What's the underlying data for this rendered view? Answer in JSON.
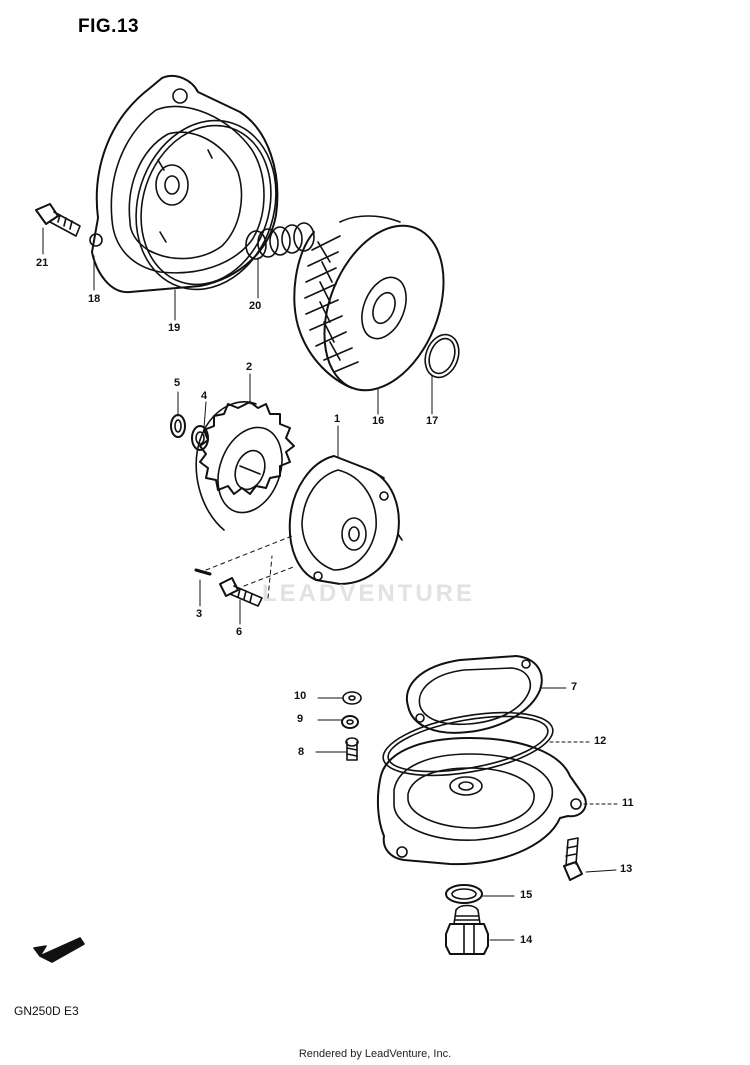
{
  "figure_title": "FIG.13",
  "model_code": "GN250D E3",
  "watermark": "LEADVENTURE",
  "credit": "Rendered by LeadVenture, Inc.",
  "fwd_marker": "FWD",
  "part_labels": {
    "p1": "1",
    "p2": "2",
    "p3": "3",
    "p4": "4",
    "p5": "5",
    "p6": "6",
    "p7": "7",
    "p8": "8",
    "p9": "9",
    "p10": "10",
    "p11": "11",
    "p12": "12",
    "p13": "13",
    "p14": "14",
    "p15": "15",
    "p16": "16",
    "p17": "17",
    "p18": "18",
    "p19": "19",
    "p20": "20",
    "p21": "21"
  },
  "colors": {
    "line": "#111111",
    "background": "#ffffff",
    "watermark": "#e2e2e2"
  }
}
